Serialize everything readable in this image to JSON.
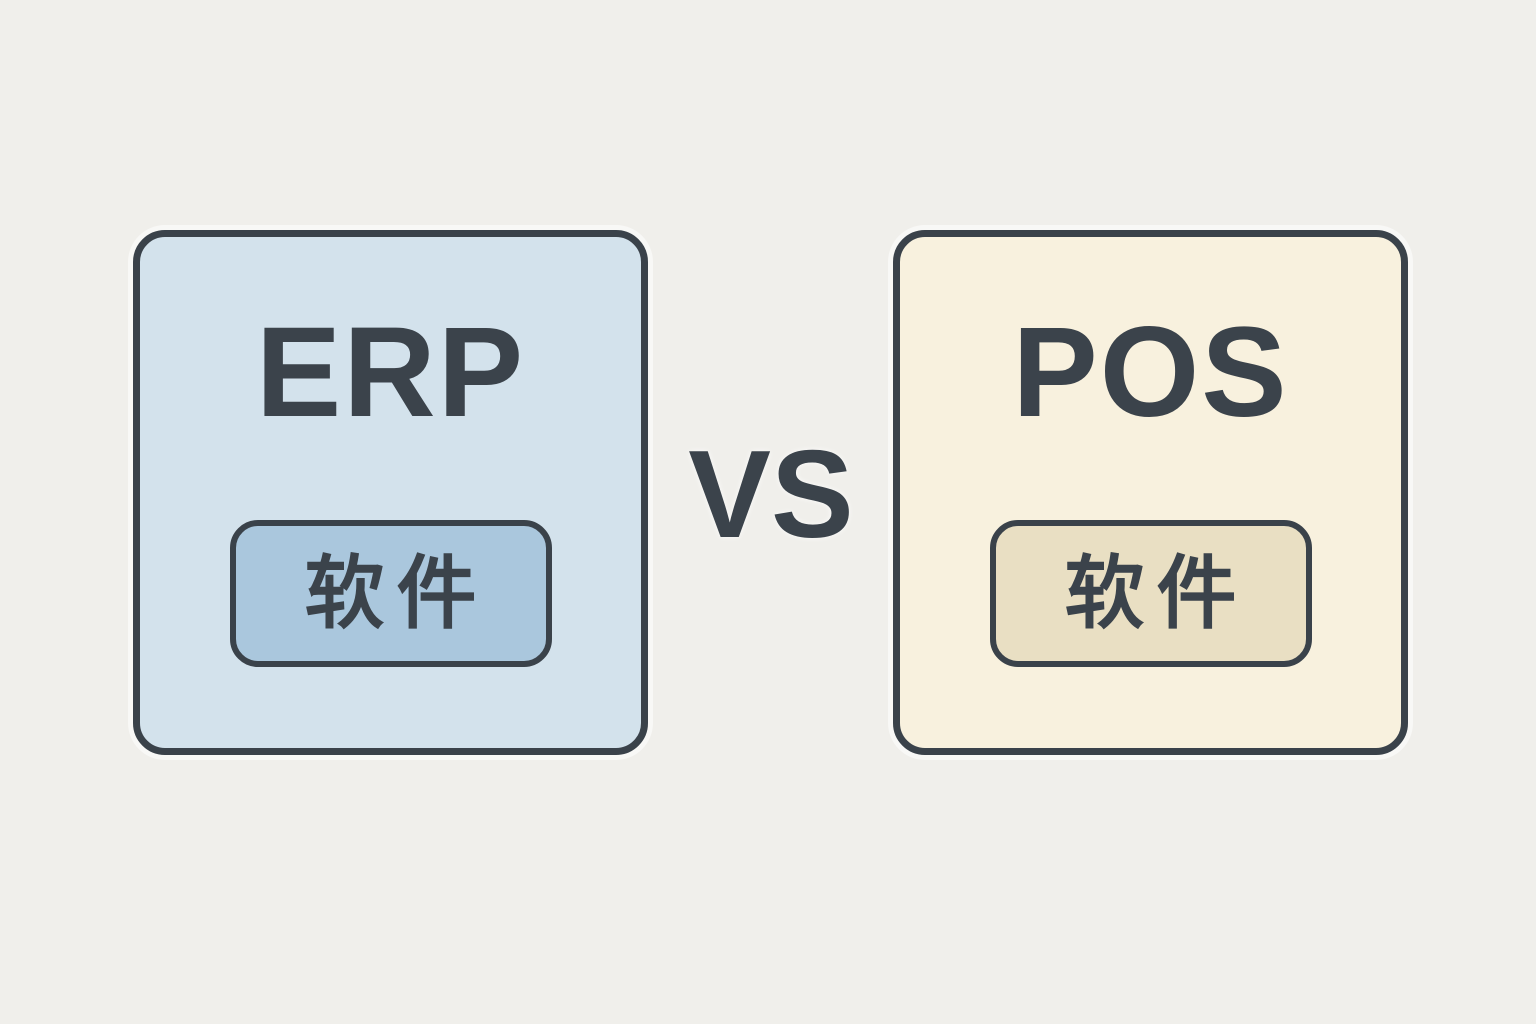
{
  "graphic_title": "ERP VS POS 软件",
  "vs_label": "VS",
  "background_color": "#f0efeb",
  "text_color": "#3b434b",
  "border_color": "#3a424a",
  "cards": [
    {
      "id": "erp",
      "title": "ERP",
      "badge_label": "软件",
      "fill": "#d3e2ec",
      "badge_fill": "#aac7dd"
    },
    {
      "id": "pos",
      "title": "POS",
      "badge_label": "软件",
      "fill": "#f8f1de",
      "badge_fill": "#e9dfc3"
    }
  ]
}
